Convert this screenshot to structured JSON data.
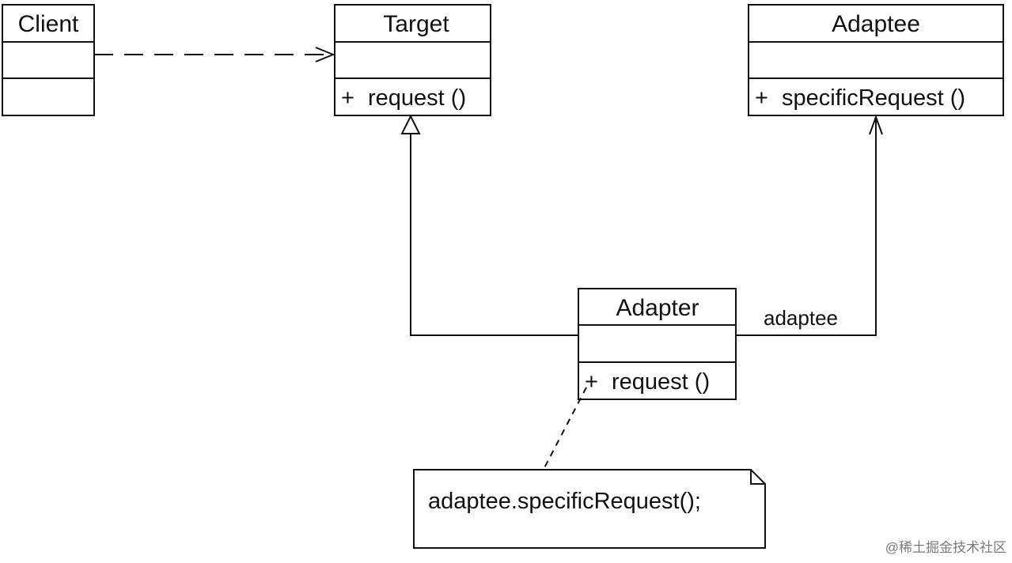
{
  "classes": {
    "client": {
      "name": "Client"
    },
    "target": {
      "name": "Target",
      "operation": {
        "visibility": "+",
        "signature": "request ()"
      }
    },
    "adaptee": {
      "name": "Adaptee",
      "operation": {
        "visibility": "+",
        "signature": "specificRequest ()"
      }
    },
    "adapter": {
      "name": "Adapter",
      "operation": {
        "visibility": "+",
        "signature": "request ()"
      }
    }
  },
  "associations": {
    "adapter_to_adaptee_role": "adaptee"
  },
  "note": {
    "text": "adaptee.specificRequest();"
  },
  "watermark": "@稀土掘金技术社区"
}
